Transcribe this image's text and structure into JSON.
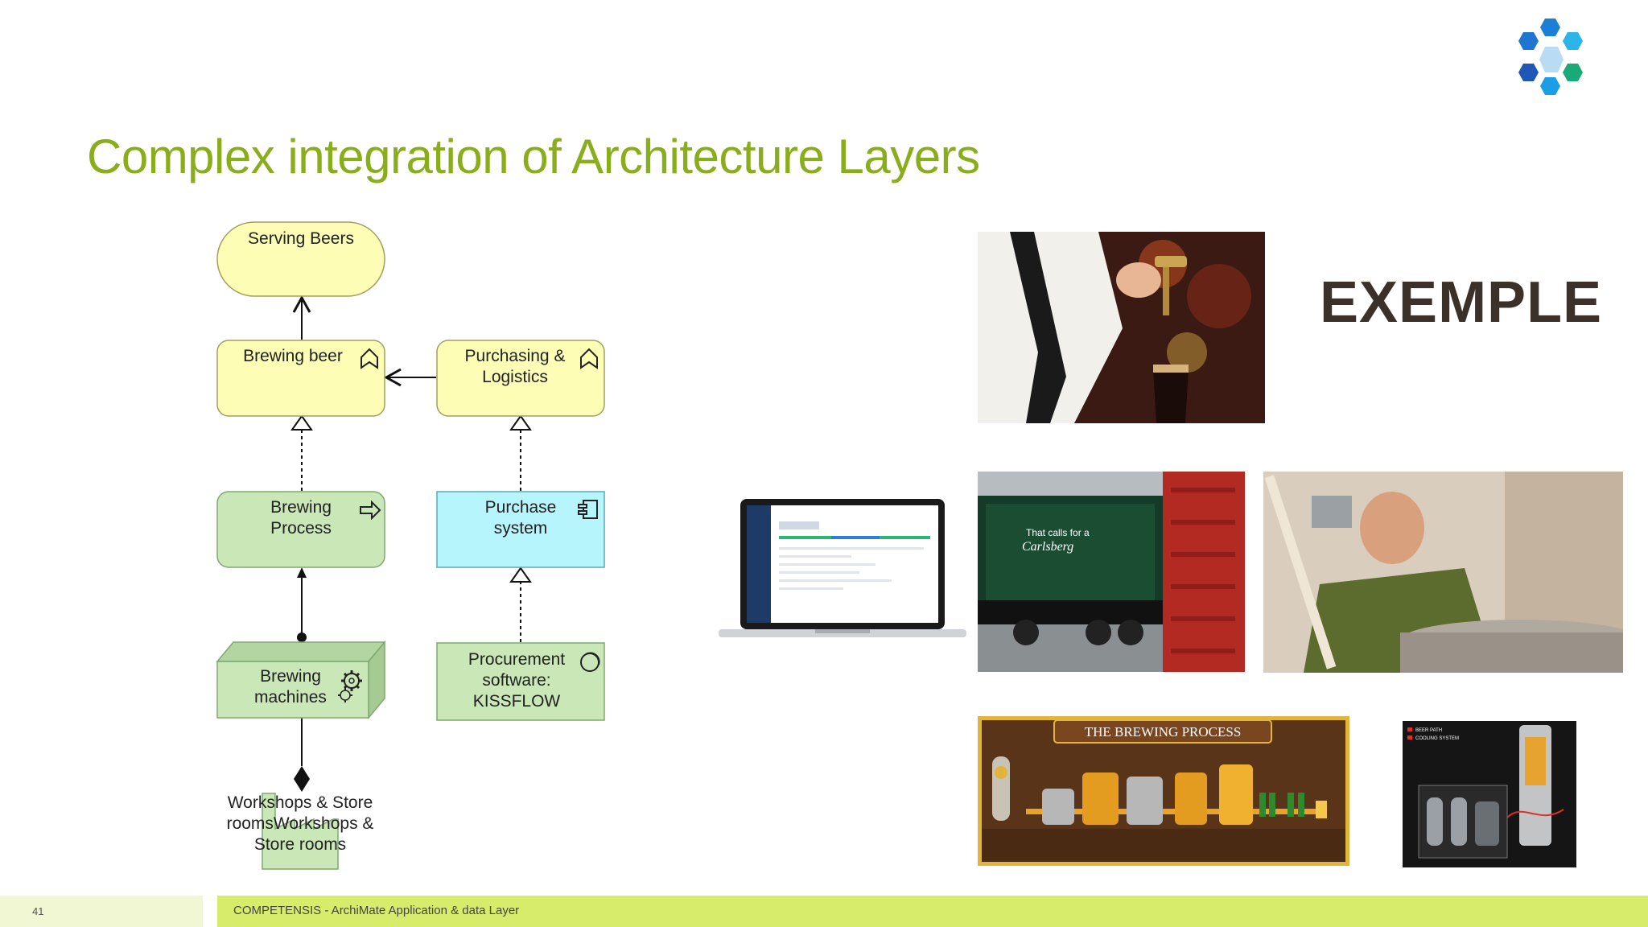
{
  "slide": {
    "title": "Complex integration of Architecture Layers",
    "example_label": "EXEMPLE",
    "page_number": "41",
    "footer": "COMPETENSIS - ArchiMate Application & data Layer"
  },
  "diagram": {
    "serving_beers": "Serving Beers",
    "brewing_beer": "Brewing beer",
    "purchasing_logistics": "Purchasing &\nLogistics",
    "brewing_process": "Brewing\nProcess",
    "purchase_system": "Purchase\nsystem",
    "brewing_machines": "Brewing\nmachines",
    "procurement_software": "Procurement\nsoftware:\nKISSFLOW",
    "workshops": "Workshops & Store\nroomsWorkshops &\nStore rooms"
  },
  "images": {
    "brewing_process_banner": "THE BREWING PROCESS",
    "brewery_van_text": "That calls for a\nCarlsberg",
    "beer_path_label": "BEER PATH\nCOOLING SYSTEM"
  },
  "colors": {
    "title": "#8aad1b",
    "business": "#fdfdb6",
    "technology": "#c9e7b7",
    "application": "#b5f5fb",
    "footer": "#d8ec6b"
  }
}
